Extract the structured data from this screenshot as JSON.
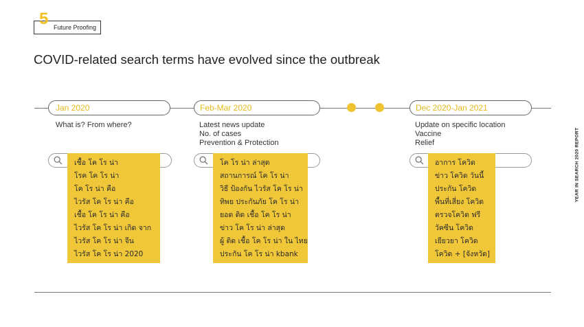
{
  "section": {
    "number": "5",
    "label": "Future Proofing"
  },
  "title": "COVID-related search terms have evolved since the outbreak",
  "side_label": "YEAR IN SEARCH 2020 REPORT",
  "colors": {
    "accent": "#f1c73a",
    "pill_text": "#e4b91c",
    "line": "#777777"
  },
  "periods": [
    {
      "label": "Jan 2020",
      "description": [
        "What is? From where?"
      ],
      "terms": [
        "เชื้อ โค โร น่า",
        "โรค โค โร น่า",
        "โค โร น่า คือ",
        "ไวรัส โค โร น่า คือ",
        "เชื้อ โค โร น่า คือ",
        "ไวรัส โค โร น่า เกิด จาก",
        "ไวรัส โค โร น่า จีน",
        "ไวรัส โค โร น่า 2020"
      ]
    },
    {
      "label": "Feb-Mar 2020",
      "description": [
        "Latest news update",
        "No. of cases",
        "Prevention & Protection"
      ],
      "terms": [
        "โค โร น่า ล่าสุด",
        "สถานการณ์ โค โร น่า",
        "วิธี ป้องกัน ไวรัส โค โร น่า",
        "ทิพย ประกันภัย โค โร น่า",
        "ยอด ติด เชื้อ โค โร น่า",
        "ข่าว โค โร น่า ล่าสุด",
        "ผู้ ติด เชื้อ โค โร น่า ใน ไทย",
        "ประกัน โค โร น่า kbank"
      ]
    },
    {
      "label": "Dec 2020-Jan 2021",
      "description": [
        "Update on specific location",
        "Vaccine",
        "Relief"
      ],
      "terms": [
        "อาการ โควิด",
        "ข่าว โควิด วันนี้",
        "ประกัน โควิด",
        "พื้นที่เสี่ยง โควิด",
        "ตรวจโควิด ฟรี",
        "วัคซีน โควิด",
        "เยียวยา โควิด",
        "โควิด + [จังหวัด]"
      ]
    }
  ]
}
